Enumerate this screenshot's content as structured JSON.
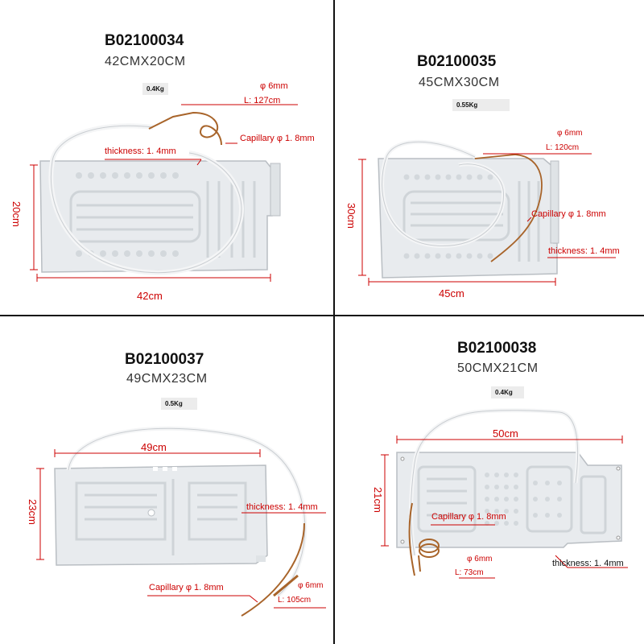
{
  "colors": {
    "annotation": "#cc0000",
    "panel": "#e9ecef",
    "divider": "#111111"
  },
  "panels": [
    {
      "code": "B02100034",
      "size": "42CMX20CM",
      "weight": "0.4Kg",
      "tube_diameter": "φ 6mm",
      "tube_length": "L:  127cm",
      "capillary": "Capillary  φ 1. 8mm",
      "thickness": "thickness: 1. 4mm",
      "width_label": "42cm",
      "height_label": "20cm"
    },
    {
      "code": "B02100035",
      "size": "45CMX30CM",
      "weight": "0.55Kg",
      "tube_diameter": "φ 6mm",
      "tube_length": "L:  120cm",
      "capillary": "Capillary φ 1. 8mm",
      "thickness": "thickness: 1. 4mm",
      "width_label": "45cm",
      "height_label": "30cm"
    },
    {
      "code": "B02100037",
      "size": "49CMX23CM",
      "weight": "0.5Kg",
      "tube_diameter": "φ 6mm",
      "tube_length": "L: 105cm",
      "capillary": "Capillary   φ 1. 8mm",
      "thickness": "thickness:  1. 4mm",
      "width_label": "49cm",
      "height_label": "23cm"
    },
    {
      "code": "B02100038",
      "size": "50CMX21CM",
      "weight": "0.4Kg",
      "tube_diameter": "φ 6mm",
      "tube_length": "L:   73cm",
      "capillary": "Capillary φ 1. 8mm",
      "thickness": "thickness: 1. 4mm",
      "width_label": "50cm",
      "height_label": "21cm"
    }
  ]
}
